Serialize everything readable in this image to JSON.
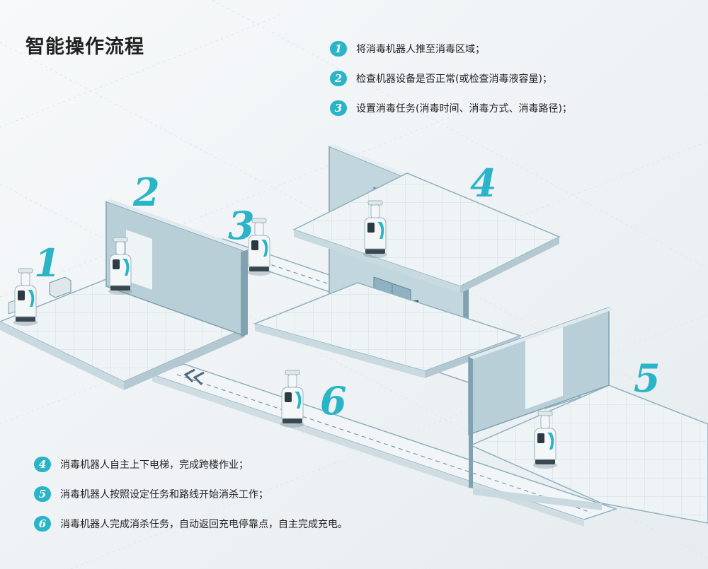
{
  "title": "智能操作流程",
  "steps_top": [
    {
      "num": "1",
      "text": "将消毒机器人推至消毒区域；"
    },
    {
      "num": "2",
      "text": "检查机器设备是否正常(或检查消毒液容量)；"
    },
    {
      "num": "3",
      "text": "设置消毒任务(消毒时间、消毒方式、消毒路径)；"
    }
  ],
  "steps_bottom": [
    {
      "num": "4",
      "text": "消毒机器人自主上下电梯，完成跨楼作业；"
    },
    {
      "num": "5",
      "text": "消毒机器人按照设定任务和路线开始消杀工作；"
    },
    {
      "num": "6",
      "text": "消毒机器人完成消杀任务，自动返回充电停靠点，自主完成充电。"
    }
  ],
  "stage_labels": [
    "1",
    "2",
    "3",
    "4",
    "5",
    "6"
  ],
  "colors": {
    "accent": "#2ab4c7",
    "floor": "#eef3f5",
    "floor_edge": "#8fb0bf",
    "wall": "#b8cfd8",
    "wall_dark": "#7fa1b0",
    "robot_body": "#f4f7f8",
    "robot_screen": "#2ab4c7",
    "elevator_door": "#8fb1c1"
  },
  "icons": [
    "robot-icon",
    "elevator-icon",
    "path-arrow-icon",
    "charging-dock-icon"
  ]
}
